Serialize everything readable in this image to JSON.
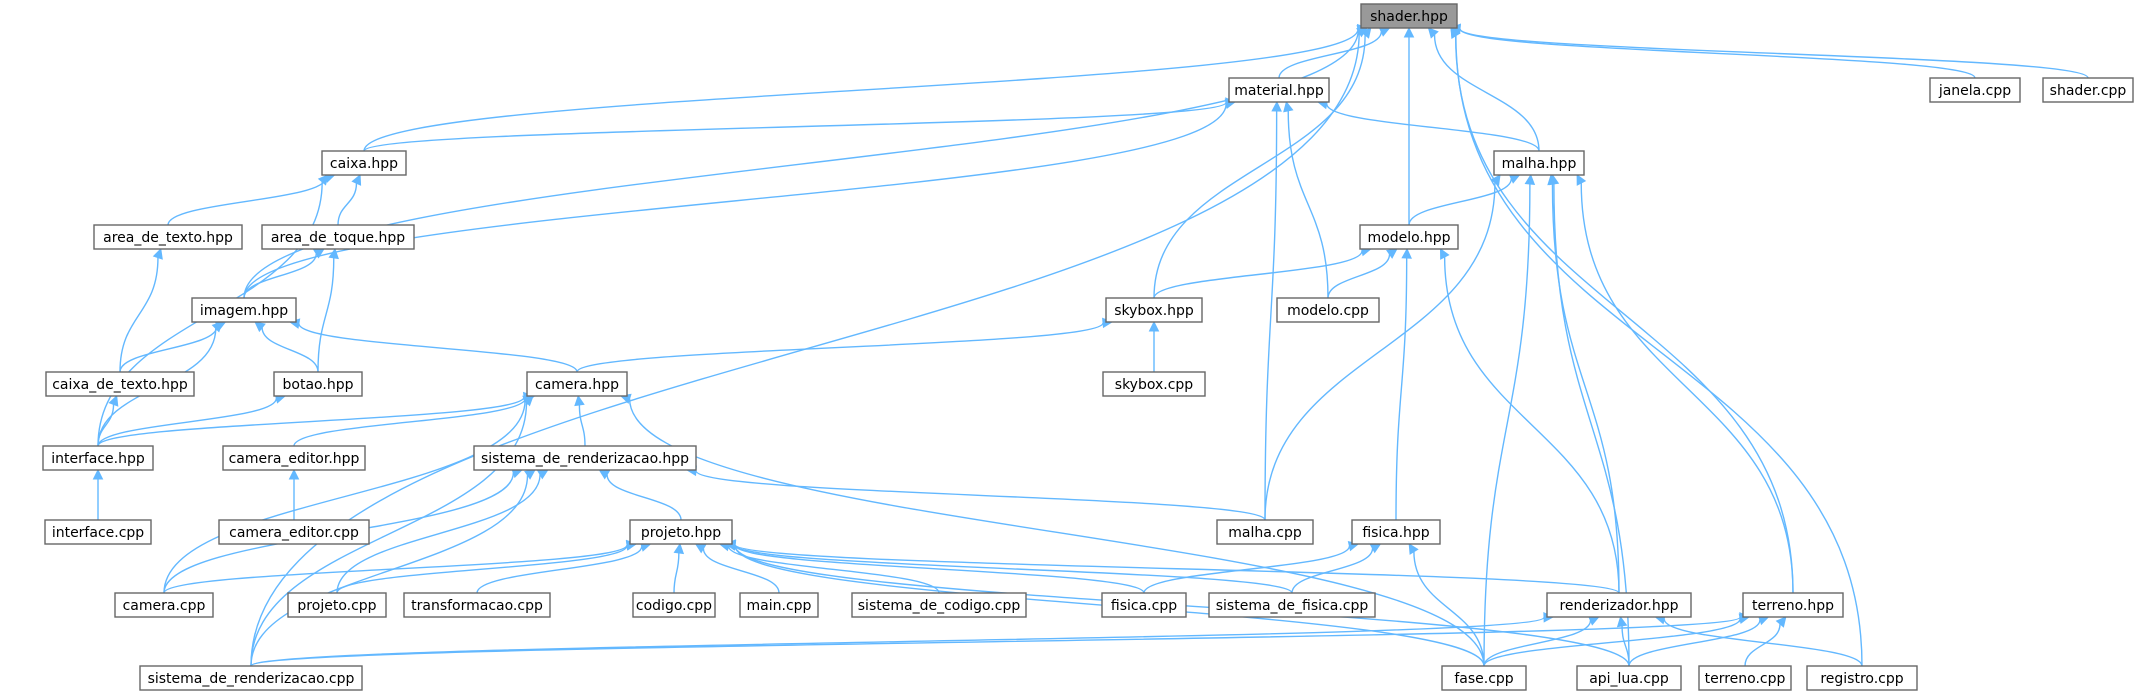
{
  "graph": {
    "focus_node": "shader.hpp",
    "colors": {
      "edge": "#63b8ff",
      "node_border": "#666666",
      "focus_fill": "#999999",
      "node_fill": "#ffffff"
    },
    "nodes": [
      {
        "id": "shader_hpp",
        "label": "shader.hpp"
      },
      {
        "id": "material_hpp",
        "label": "material.hpp"
      },
      {
        "id": "janela_cpp",
        "label": "janela.cpp"
      },
      {
        "id": "shader_cpp",
        "label": "shader.cpp"
      },
      {
        "id": "caixa_hpp",
        "label": "caixa.hpp"
      },
      {
        "id": "malha_hpp",
        "label": "malha.hpp"
      },
      {
        "id": "area_de_texto_hpp",
        "label": "area_de_texto.hpp"
      },
      {
        "id": "area_de_toque_hpp",
        "label": "area_de_toque.hpp"
      },
      {
        "id": "modelo_hpp",
        "label": "modelo.hpp"
      },
      {
        "id": "imagem_hpp",
        "label": "imagem.hpp"
      },
      {
        "id": "skybox_hpp",
        "label": "skybox.hpp"
      },
      {
        "id": "modelo_cpp",
        "label": "modelo.cpp"
      },
      {
        "id": "caixa_de_texto_hpp",
        "label": "caixa_de_texto.hpp"
      },
      {
        "id": "botao_hpp",
        "label": "botao.hpp"
      },
      {
        "id": "camera_hpp",
        "label": "camera.hpp"
      },
      {
        "id": "skybox_cpp",
        "label": "skybox.cpp"
      },
      {
        "id": "interface_hpp",
        "label": "interface.hpp"
      },
      {
        "id": "camera_editor_hpp",
        "label": "camera_editor.hpp"
      },
      {
        "id": "sistema_de_renderizacao_hpp",
        "label": "sistema_de_renderizacao.hpp"
      },
      {
        "id": "interface_cpp",
        "label": "interface.cpp"
      },
      {
        "id": "camera_editor_cpp",
        "label": "camera_editor.cpp"
      },
      {
        "id": "malha_cpp",
        "label": "malha.cpp"
      },
      {
        "id": "fisica_hpp",
        "label": "fisica.hpp"
      },
      {
        "id": "projeto_hpp",
        "label": "projeto.hpp"
      },
      {
        "id": "camera_cpp",
        "label": "camera.cpp"
      },
      {
        "id": "projeto_cpp",
        "label": "projeto.cpp"
      },
      {
        "id": "transformacao_cpp",
        "label": "transformacao.cpp"
      },
      {
        "id": "codigo_cpp",
        "label": "codigo.cpp"
      },
      {
        "id": "main_cpp",
        "label": "main.cpp"
      },
      {
        "id": "sistema_de_codigo_cpp",
        "label": "sistema_de_codigo.cpp"
      },
      {
        "id": "fisica_cpp",
        "label": "fisica.cpp"
      },
      {
        "id": "sistema_de_fisica_cpp",
        "label": "sistema_de_fisica.cpp"
      },
      {
        "id": "renderizador_hpp",
        "label": "renderizador.hpp"
      },
      {
        "id": "terreno_hpp",
        "label": "terreno.hpp"
      },
      {
        "id": "sistema_de_renderizacao_cpp",
        "label": "sistema_de_renderizacao.cpp"
      },
      {
        "id": "fase_cpp",
        "label": "fase.cpp"
      },
      {
        "id": "api_lua_cpp",
        "label": "api_lua.cpp"
      },
      {
        "id": "terreno_cpp",
        "label": "terreno.cpp"
      },
      {
        "id": "registro_cpp",
        "label": "registro.cpp"
      }
    ],
    "edges": [
      [
        "material_hpp",
        "shader_hpp"
      ],
      [
        "janela_cpp",
        "shader_hpp"
      ],
      [
        "shader_cpp",
        "shader_hpp"
      ],
      [
        "caixa_hpp",
        "shader_hpp"
      ],
      [
        "malha_hpp",
        "shader_hpp"
      ],
      [
        "modelo_hpp",
        "shader_hpp"
      ],
      [
        "imagem_hpp",
        "shader_hpp"
      ],
      [
        "skybox_hpp",
        "shader_hpp"
      ],
      [
        "terreno_hpp",
        "shader_hpp"
      ],
      [
        "registro_cpp",
        "shader_hpp"
      ],
      [
        "sistema_de_renderizacao_cpp",
        "shader_hpp"
      ],
      [
        "caixa_hpp",
        "material_hpp"
      ],
      [
        "malha_hpp",
        "material_hpp"
      ],
      [
        "imagem_hpp",
        "material_hpp"
      ],
      [
        "modelo_cpp",
        "material_hpp"
      ],
      [
        "malha_cpp",
        "material_hpp"
      ],
      [
        "area_de_texto_hpp",
        "caixa_hpp"
      ],
      [
        "area_de_toque_hpp",
        "caixa_hpp"
      ],
      [
        "interface_hpp",
        "caixa_hpp"
      ],
      [
        "modelo_hpp",
        "malha_hpp"
      ],
      [
        "malha_cpp",
        "malha_hpp"
      ],
      [
        "fase_cpp",
        "malha_hpp"
      ],
      [
        "terreno_hpp",
        "malha_hpp"
      ],
      [
        "renderizador_hpp",
        "malha_hpp"
      ],
      [
        "api_lua_cpp",
        "malha_hpp"
      ],
      [
        "caixa_de_texto_hpp",
        "area_de_texto_hpp"
      ],
      [
        "imagem_hpp",
        "area_de_toque_hpp"
      ],
      [
        "botao_hpp",
        "area_de_toque_hpp"
      ],
      [
        "skybox_hpp",
        "modelo_hpp"
      ],
      [
        "modelo_cpp",
        "modelo_hpp"
      ],
      [
        "fisica_hpp",
        "modelo_hpp"
      ],
      [
        "renderizador_hpp",
        "modelo_hpp"
      ],
      [
        "caixa_de_texto_hpp",
        "imagem_hpp"
      ],
      [
        "botao_hpp",
        "imagem_hpp"
      ],
      [
        "interface_hpp",
        "imagem_hpp"
      ],
      [
        "camera_hpp",
        "imagem_hpp"
      ],
      [
        "camera_hpp",
        "skybox_hpp"
      ],
      [
        "skybox_cpp",
        "skybox_hpp"
      ],
      [
        "interface_hpp",
        "caixa_de_texto_hpp"
      ],
      [
        "interface_hpp",
        "botao_hpp"
      ],
      [
        "interface_hpp",
        "camera_hpp"
      ],
      [
        "camera_editor_hpp",
        "camera_hpp"
      ],
      [
        "sistema_de_renderizacao_hpp",
        "camera_hpp"
      ],
      [
        "camera_cpp",
        "camera_hpp"
      ],
      [
        "sistema_de_renderizacao_cpp",
        "camera_hpp"
      ],
      [
        "fase_cpp",
        "camera_hpp"
      ],
      [
        "interface_cpp",
        "interface_hpp"
      ],
      [
        "camera_editor_cpp",
        "camera_editor_hpp"
      ],
      [
        "projeto_hpp",
        "sistema_de_renderizacao_hpp"
      ],
      [
        "malha_cpp",
        "sistema_de_renderizacao_hpp"
      ],
      [
        "camera_cpp",
        "sistema_de_renderizacao_hpp"
      ],
      [
        "projeto_cpp",
        "sistema_de_renderizacao_hpp"
      ],
      [
        "sistema_de_renderizacao_cpp",
        "sistema_de_renderizacao_hpp"
      ],
      [
        "fisica_cpp",
        "fisica_hpp"
      ],
      [
        "sistema_de_fisica_cpp",
        "fisica_hpp"
      ],
      [
        "fase_cpp",
        "fisica_hpp"
      ],
      [
        "camera_cpp",
        "projeto_hpp"
      ],
      [
        "projeto_cpp",
        "projeto_hpp"
      ],
      [
        "transformacao_cpp",
        "projeto_hpp"
      ],
      [
        "codigo_cpp",
        "projeto_hpp"
      ],
      [
        "main_cpp",
        "projeto_hpp"
      ],
      [
        "sistema_de_codigo_cpp",
        "projeto_hpp"
      ],
      [
        "fisica_cpp",
        "projeto_hpp"
      ],
      [
        "sistema_de_fisica_cpp",
        "projeto_hpp"
      ],
      [
        "renderizador_hpp",
        "projeto_hpp"
      ],
      [
        "fase_cpp",
        "projeto_hpp"
      ],
      [
        "api_lua_cpp",
        "projeto_hpp"
      ],
      [
        "sistema_de_renderizacao_cpp",
        "renderizador_hpp"
      ],
      [
        "fase_cpp",
        "renderizador_hpp"
      ],
      [
        "api_lua_cpp",
        "renderizador_hpp"
      ],
      [
        "registro_cpp",
        "renderizador_hpp"
      ],
      [
        "sistema_de_renderizacao_cpp",
        "terreno_hpp"
      ],
      [
        "fase_cpp",
        "terreno_hpp"
      ],
      [
        "api_lua_cpp",
        "terreno_hpp"
      ],
      [
        "terreno_cpp",
        "terreno_hpp"
      ]
    ]
  }
}
